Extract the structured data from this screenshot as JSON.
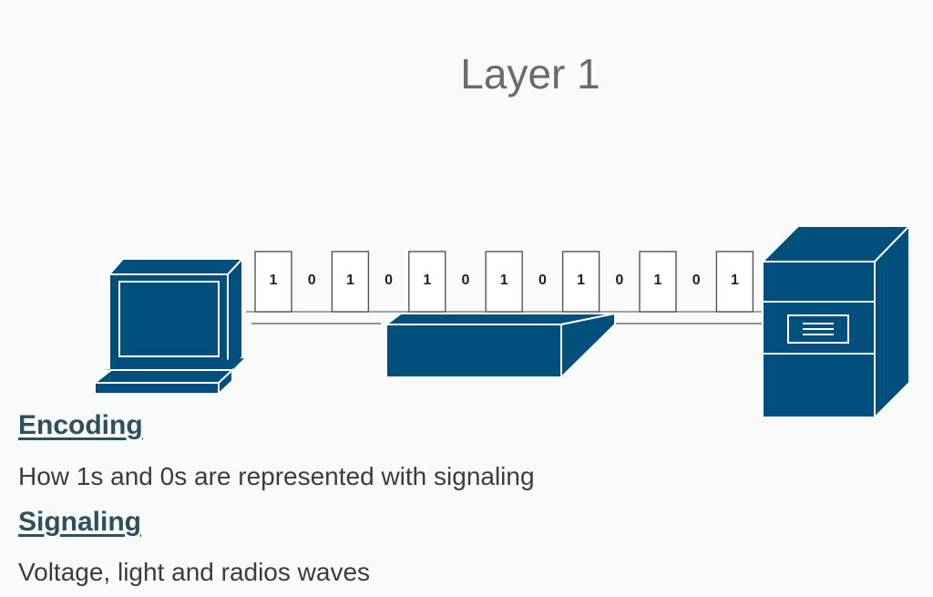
{
  "title": "Layer 1",
  "bits": [
    "1",
    "0",
    "1",
    "0",
    "1",
    "0",
    "1",
    "0",
    "1",
    "0",
    "1",
    "0",
    "1"
  ],
  "sections": [
    {
      "heading": "Encoding",
      "description": "How 1s and 0s are represented with signaling"
    },
    {
      "heading": "Signaling",
      "description": "Voltage, light and radios waves"
    }
  ],
  "colors": {
    "device": "#004f7d",
    "text_title": "#6b6b6b",
    "heading": "#2e4f5c",
    "bit_box": "#ffffff"
  },
  "icons": {
    "left": "workstation-icon",
    "middle": "switch-icon",
    "right": "server-icon"
  }
}
